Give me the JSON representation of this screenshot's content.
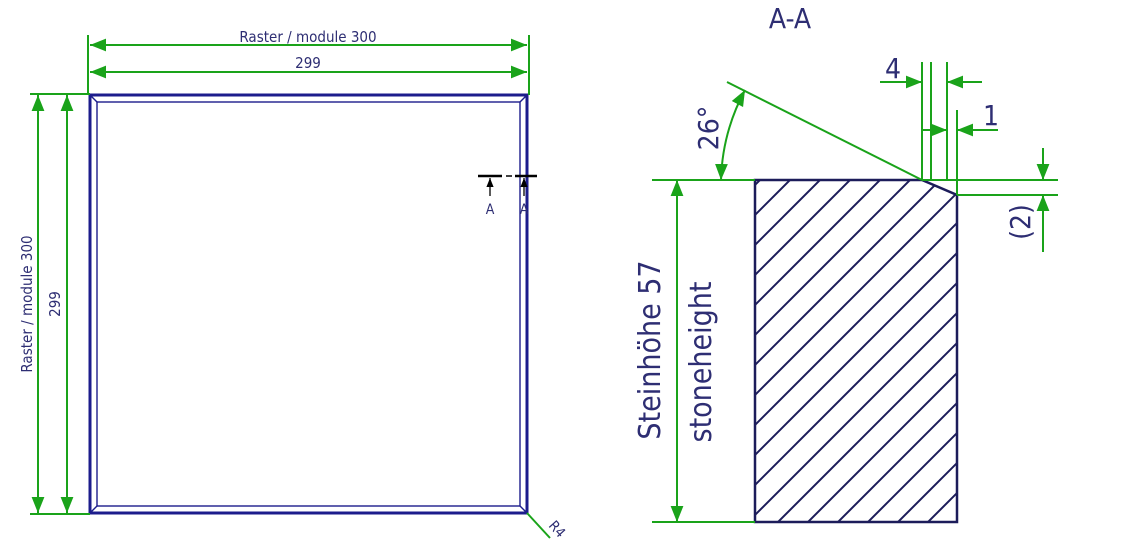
{
  "plan_view": {
    "dim_top_outer": "Raster / module 300",
    "dim_top_inner": "299",
    "dim_left_outer": "Raster / module 300",
    "dim_left_inner": "299",
    "radius_label": "R4",
    "section_marker_left": "A",
    "section_marker_right": "A"
  },
  "section_view": {
    "title": "A-A",
    "angle_label": "26°",
    "dim_chamfer_width": "4",
    "dim_edge": "1",
    "dim_chamfer_height": "(2)",
    "height_label_de": "Steinhöhe 57",
    "height_label_en": "stoneheight"
  },
  "colors": {
    "dimension_lines": "#1aa31a",
    "outline": "#1c1c8c",
    "text": "#2e2e73",
    "hatch": "#1c1c5a"
  }
}
